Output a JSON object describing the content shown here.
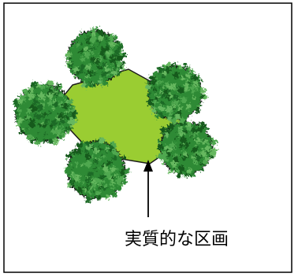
{
  "diagram": {
    "caption": "実質的な区画",
    "colors": {
      "frame": "#000000",
      "plot_fill": "#9acd32",
      "plot_edge": "#1a1a1a",
      "tree_dark": "#1f6b25",
      "tree_mid": "#2f8a35",
      "tree_light": "#4fa84f",
      "arrow": "#000000"
    },
    "trees": [
      {
        "name": "tree-top"
      },
      {
        "name": "tree-right-upper"
      },
      {
        "name": "tree-right-lower"
      },
      {
        "name": "tree-bottom"
      },
      {
        "name": "tree-left"
      }
    ]
  }
}
